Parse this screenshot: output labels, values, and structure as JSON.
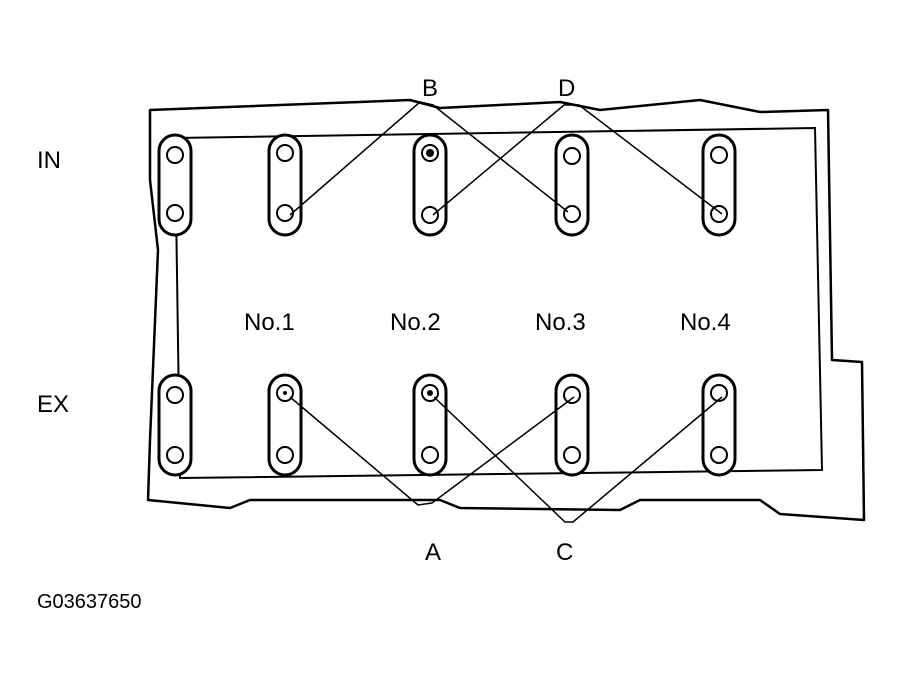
{
  "side_labels": {
    "intake": "IN",
    "exhaust": "EX"
  },
  "cylinders": [
    "No.1",
    "No.2",
    "No.3",
    "No.4"
  ],
  "callouts": [
    "A",
    "B",
    "C",
    "D"
  ],
  "figure_code": "G03637650",
  "colors": {
    "ink": "#000000",
    "paper": "#ffffff"
  }
}
